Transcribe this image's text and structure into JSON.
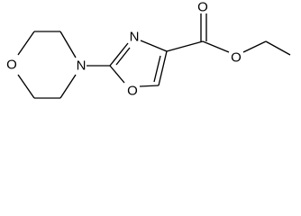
{
  "atoms": {
    "morpholine_oxygen": "O",
    "morpholine_nitrogen": "N",
    "oxazole_nitrogen": "N",
    "oxazole_oxygen": "O",
    "carbonyl_oxygen": "O",
    "ester_oxygen": "O"
  }
}
